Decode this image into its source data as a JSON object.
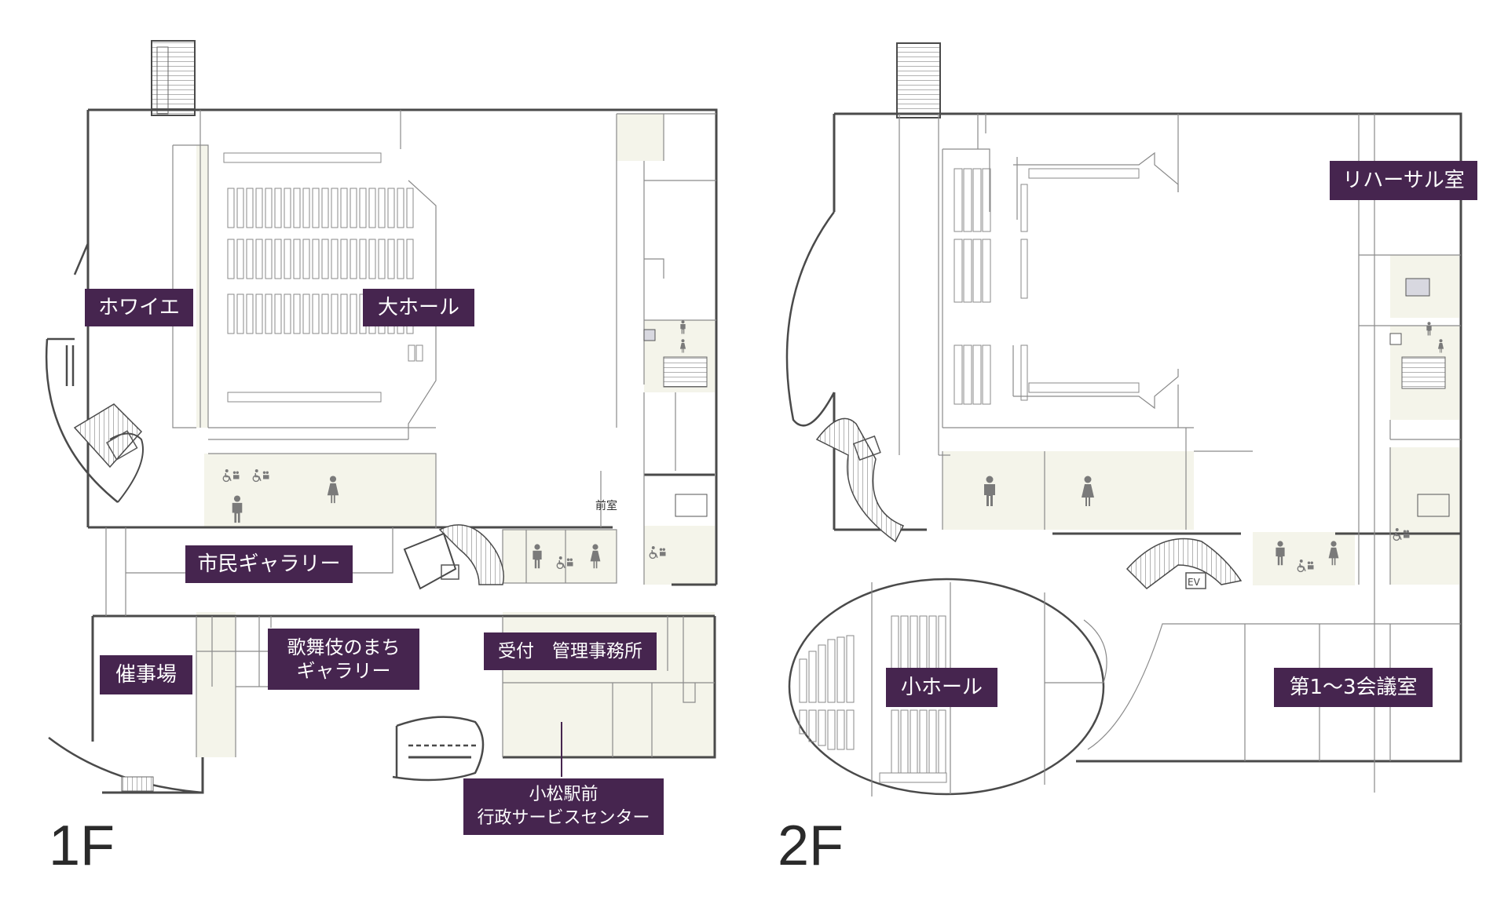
{
  "floors": {
    "first": {
      "name": "1F"
    },
    "second": {
      "name": "2F"
    }
  },
  "labels_1f": {
    "foyer": "ホワイエ",
    "main_hall": "大ホール",
    "citizen_gallery": "市民ギャラリー",
    "event_hall": "催事場",
    "kabuki_gallery_line1": "歌舞伎のまち",
    "kabuki_gallery_line2": "ギャラリー",
    "reception": "受付　管理事務所",
    "service_center_line1": "小松駅前",
    "service_center_line2": "行政サービスセンター",
    "anteroom": "前室"
  },
  "labels_2f": {
    "rehearsal_room": "リハーサル室",
    "small_hall": "小ホール",
    "meeting_rooms": "第1〜3会議室",
    "elevator": "EV"
  },
  "colors": {
    "label_bg": "#46254f",
    "label_text": "#ffffff",
    "wall": "#4a4a4a",
    "room_fill": "#f4f4ea",
    "line": "#9a9a9a",
    "icon": "#777777"
  },
  "icons": [
    "male-toilet-icon",
    "female-toilet-icon",
    "accessible-toilet-icon",
    "stairs-icon"
  ]
}
